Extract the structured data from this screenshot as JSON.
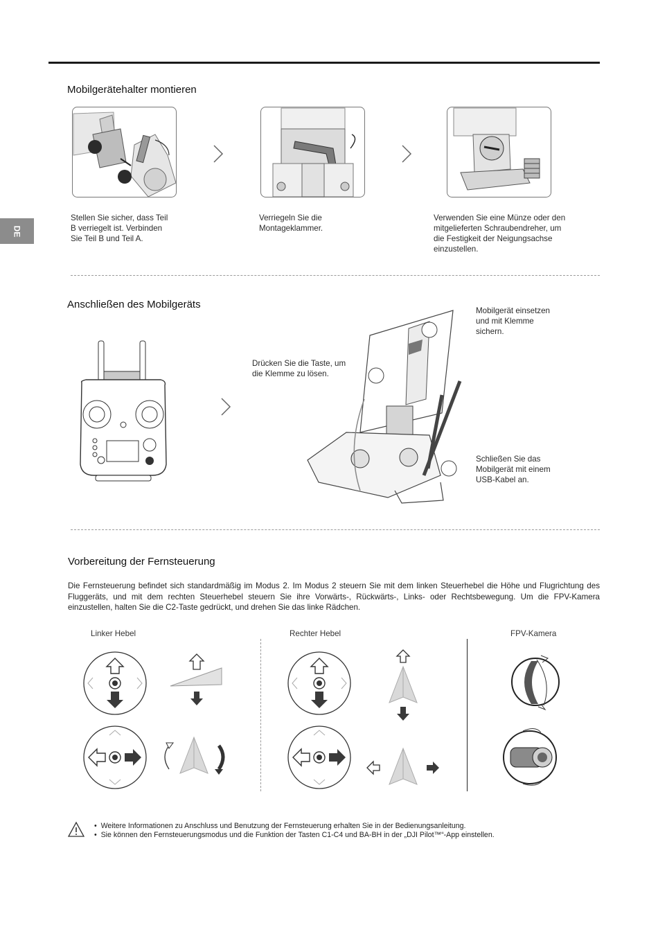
{
  "side_tab": {
    "label": "DE"
  },
  "section1": {
    "title": "Mobilgerätehalter montieren",
    "step1_text": [
      "Stellen Sie sicher, dass Teil",
      "B verriegelt ist. Verbinden",
      "Sie Teil B und Teil A."
    ],
    "step2_text": [
      "Verriegeln Sie die",
      "Montageklammer."
    ],
    "step3_text": [
      "Verwenden Sie eine Münze oder den",
      "mitgelieferten Schraubendreher, um",
      "die Festigkeit der Neigungsachse",
      "einzustellen."
    ]
  },
  "section2": {
    "title": "Anschließen des Mobilgeräts",
    "callout1": [
      "Mobilgerät einsetzen",
      "und mit Klemme",
      "sichern."
    ],
    "callout2": [
      "Drücken Sie die Taste, um",
      "die Klemme zu lösen."
    ],
    "callout3": [
      "Schließen Sie das",
      "Mobilgerät mit einem",
      "USB-Kabel an."
    ]
  },
  "section3": {
    "title": "Vorbereitung der Fernsteuerung",
    "paragraph": "Die Fernsteuerung befindet sich standardmäßig im Modus 2. Im Modus 2 steuern Sie mit dem linken Steuerhebel die Höhe und Flugrichtung des Fluggeräts, und mit dem rechten Steuerhebel steuern Sie ihre Vorwärts-, Rückwärts-, Links- oder Rechtsbewegung. Um die FPV-Kamera einzustellen, halten Sie die C2-Taste gedrückt, und drehen Sie das linke Rädchen.",
    "label_left": "Linker Hebel",
    "label_right": "Rechter Hebel",
    "label_fpv": "FPV-Kamera"
  },
  "notes": {
    "bullet1": "Weitere Informationen zu Anschluss und Benutzung der Fernsteuerung erhalten Sie in der Bedienungsanleitung.",
    "bullet2": "Sie können den Fernsteuerungsmodus und die Funktion der Tasten C1-C4 und BA-BH in der „DJI Pilot™“-App einstellen."
  },
  "colors": {
    "tab_gray": "#8c8c8c",
    "rule": "#1a1a1a",
    "arrow_dark": "#3a3a3a"
  }
}
